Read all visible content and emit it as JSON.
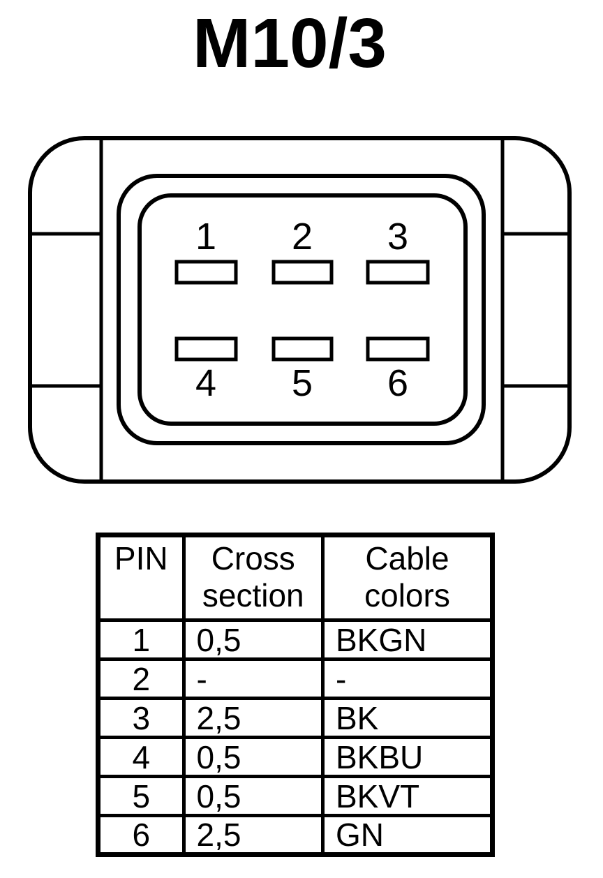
{
  "title": "M10/3",
  "colors": {
    "line": "#000000",
    "background": "#ffffff"
  },
  "connector": {
    "name": "M10/3 connector face, 6-pin",
    "pins_top": [
      "1",
      "2",
      "3"
    ],
    "pins_bottom": [
      "4",
      "5",
      "6"
    ]
  },
  "table": {
    "headers": [
      "PIN",
      "Cross section",
      "Cable colors"
    ],
    "rows": [
      {
        "pin": "1",
        "cross_section": "0,5",
        "cable_colors": "BKGN"
      },
      {
        "pin": "2",
        "cross_section": "-",
        "cable_colors": "-"
      },
      {
        "pin": "3",
        "cross_section": "2,5",
        "cable_colors": "BK"
      },
      {
        "pin": "4",
        "cross_section": "0,5",
        "cable_colors": "BKBU"
      },
      {
        "pin": "5",
        "cross_section": "0,5",
        "cable_colors": "BKVT"
      },
      {
        "pin": "6",
        "cross_section": "2,5",
        "cable_colors": "GN"
      }
    ]
  }
}
